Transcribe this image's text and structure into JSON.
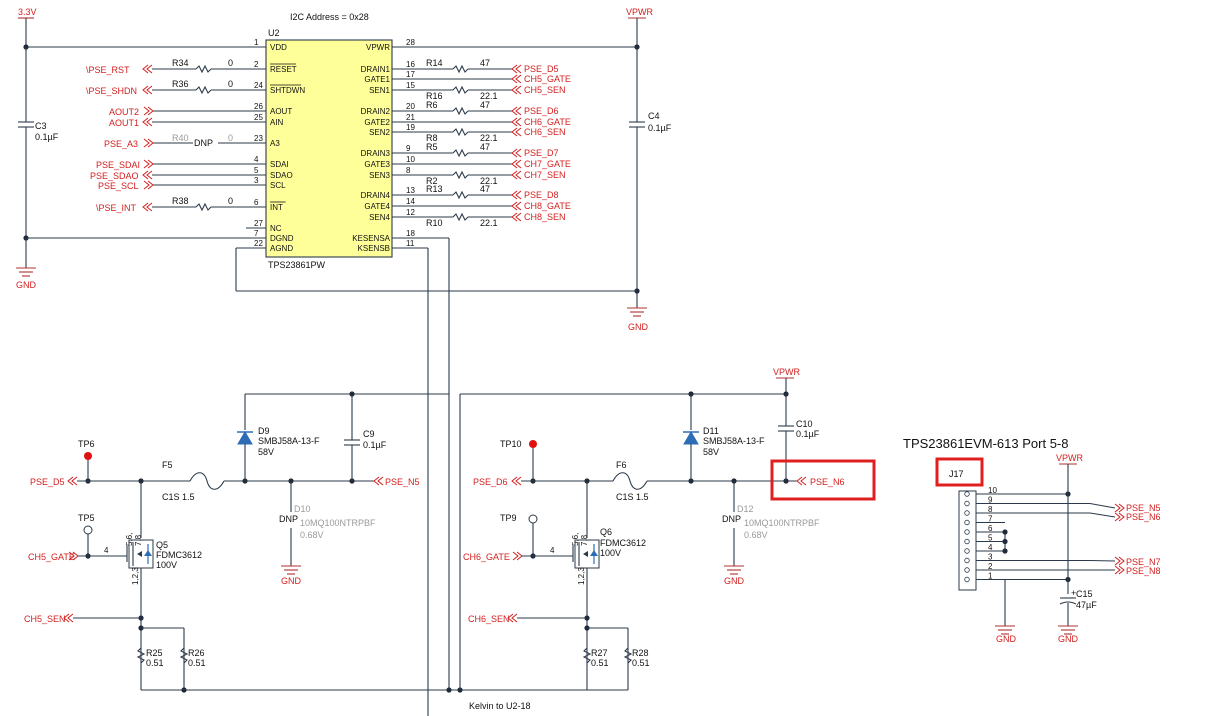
{
  "title": "TPS23861EVM-613 Port 5-8",
  "i2c_address": "I2C Address = 0x28",
  "ic": {
    "refdes": "U2",
    "part": "TPS23861PW",
    "left_pins": [
      {
        "num": "1",
        "name": "VDD"
      },
      {
        "num": "2",
        "name": "RESET"
      },
      {
        "num": "24",
        "name": "SHTDWN"
      },
      {
        "num": "26",
        "name": "AOUT"
      },
      {
        "num": "25",
        "name": "AIN"
      },
      {
        "num": "23",
        "name": "A3"
      },
      {
        "num": "4",
        "name": "SDAI"
      },
      {
        "num": "5",
        "name": "SDAO"
      },
      {
        "num": "3",
        "name": "SCL"
      },
      {
        "num": "6",
        "name": "INT"
      },
      {
        "num": "27",
        "name": "NC"
      },
      {
        "num": "7",
        "name": "DGND"
      },
      {
        "num": "22",
        "name": "AGND"
      }
    ],
    "right_pins": [
      {
        "num": "28",
        "name": "VPWR"
      },
      {
        "num": "16",
        "name": "DRAIN1"
      },
      {
        "num": "17",
        "name": "GATE1"
      },
      {
        "num": "15",
        "name": "SEN1"
      },
      {
        "num": "20",
        "name": "DRAIN2"
      },
      {
        "num": "21",
        "name": "GATE2"
      },
      {
        "num": "19",
        "name": "SEN2"
      },
      {
        "num": "9",
        "name": "DRAIN3"
      },
      {
        "num": "10",
        "name": "GATE3"
      },
      {
        "num": "8",
        "name": "SEN3"
      },
      {
        "num": "13",
        "name": "DRAIN4"
      },
      {
        "num": "14",
        "name": "GATE4"
      },
      {
        "num": "12",
        "name": "SEN4"
      },
      {
        "num": "18",
        "name": "KESENSA"
      },
      {
        "num": "11",
        "name": "KSENSB"
      }
    ]
  },
  "power": {
    "v33": "3.3V",
    "vpwr": "VPWR",
    "gnd": "GND"
  },
  "left_nets": {
    "pse_rst": "\\PSE_RST",
    "pse_shdn": "\\PSE_SHDN",
    "aout2": "AOUT2",
    "aout1": "AOUT1",
    "pse_a3": "PSE_A3",
    "pse_sdai": "PSE_SDAI",
    "pse_sdao": "PSE_SDAO",
    "pse_scl": "PSE_SCL",
    "pse_int": "\\PSE_INT"
  },
  "left_resistors": {
    "r34": "R34",
    "r34v": "0",
    "r36": "R36",
    "r36v": "0",
    "r40": "R40",
    "r40dnp": "DNP",
    "r40v": "0",
    "r38": "R38",
    "r38v": "0"
  },
  "caps": {
    "c3": "C3",
    "c3v": "0.1µF",
    "c4": "C4",
    "c4v": "0.1µF"
  },
  "right_channels": [
    {
      "r1": "R14",
      "r1v": "47",
      "r2": "R16",
      "r2v": "22.1",
      "d": "PSE_D5",
      "g": "CH5_GATE",
      "s": "CH5_SEN"
    },
    {
      "r1": "R6",
      "r1v": "47",
      "r2": "R8",
      "r2v": "22.1",
      "d": "PSE_D6",
      "g": "CH6_GATE",
      "s": "CH6_SEN"
    },
    {
      "r1": "R5",
      "r1v": "47",
      "r2": "R2",
      "r2v": "22.1",
      "d": "PSE_D7",
      "g": "CH7_GATE",
      "s": "CH7_SEN"
    },
    {
      "r1": "R13",
      "r1v": "47",
      "r2": "R10",
      "r2v": "22.1",
      "d": "PSE_D8",
      "g": "CH8_GATE",
      "s": "CH8_SEN"
    }
  ],
  "bottom_left": {
    "tp6": "TP6",
    "tp5": "TP5",
    "pse_d5": "PSE_D5",
    "ch5_gate": "CH5_GATE",
    "ch5_sen": "CH5_SEN",
    "f5": "F5",
    "f5v": "C1S 1.5",
    "d9": "D9",
    "d9p": "SMBJ58A-13-F",
    "d9v": "58V",
    "c9": "C9",
    "c9v": "0.1µF",
    "pse_n5": "PSE_N5",
    "dnp": "DNP",
    "d10": "D10",
    "d10p": "10MQ100NTRPBF",
    "d10v": "0.68V",
    "q5": "Q5",
    "q5p": "FDMC3612",
    "q5v": "100V",
    "pins_d": "5,6,\n7,8",
    "pin4": "4",
    "pins_s": "1,2,3",
    "r25": "R25",
    "r25v": "0.51",
    "r26": "R26",
    "r26v": "0.51",
    "gnd": "GND"
  },
  "bottom_right": {
    "tp10": "TP10",
    "tp9": "TP9",
    "pse_d6": "PSE_D6",
    "ch6_gate": "CH6_GATE",
    "ch6_sen": "CH6_SEN",
    "f6": "F6",
    "f6v": "C1S 1.5",
    "d11": "D11",
    "d11p": "SMBJ58A-13-F",
    "d11v": "58V",
    "c10": "C10",
    "c10v": "0.1µF",
    "pse_n6": "PSE_N6",
    "dnp": "DNP",
    "d12": "D12",
    "d12p": "10MQ100NTRPBF",
    "d12v": "0.68V",
    "q6": "Q6",
    "q6p": "FDMC3612",
    "q6v": "100V",
    "pin4": "4",
    "pins_s": "1,2,3",
    "r27": "R27",
    "r27v": "0.51",
    "r28": "R28",
    "r28v": "0.51",
    "vpwr": "VPWR",
    "gnd": "GND"
  },
  "kelvin": "Kelvin to U2-18",
  "connector": {
    "refdes": "J17",
    "pins": [
      "10",
      "9",
      "8",
      "7",
      "6",
      "5",
      "4",
      "3",
      "2",
      "1"
    ],
    "nets": {
      "n5": "PSE_N5",
      "n6": "PSE_N6",
      "n7": "PSE_N7",
      "n8": "PSE_N8"
    },
    "vpwr": "VPWR",
    "gnd": "GND",
    "c15": "C15",
    "c15v": "47µF",
    "plus": "+"
  }
}
